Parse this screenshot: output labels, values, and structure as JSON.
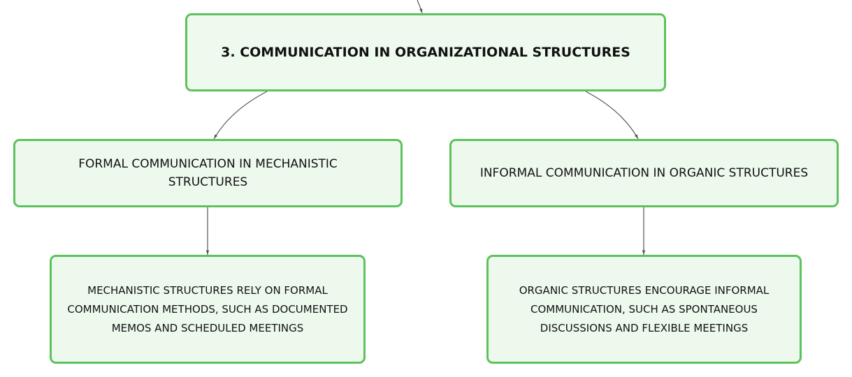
{
  "diagram": {
    "root": {
      "label": "3. COMMUNICATION IN ORGANIZATIONAL STRUCTURES"
    },
    "branches": [
      {
        "label": "FORMAL COMMUNICATION IN MECHANISTIC STRUCTURES",
        "child": "MECHANISTIC STRUCTURES RELY ON FORMAL COMMUNICATION METHODS, SUCH AS DOCUMENTED MEMOS AND SCHEDULED MEETINGS"
      },
      {
        "label": "INFORMAL COMMUNICATION IN ORGANIC STRUCTURES",
        "child": "ORGANIC STRUCTURES ENCOURAGE INFORMAL COMMUNICATION, SUCH AS SPONTANEOUS DISCUSSIONS AND FLEXIBLE MEETINGS"
      }
    ],
    "colors": {
      "node_fill": "#eef9ee",
      "node_border": "#5cc25c",
      "connector": "#555555",
      "text": "#111111"
    }
  }
}
